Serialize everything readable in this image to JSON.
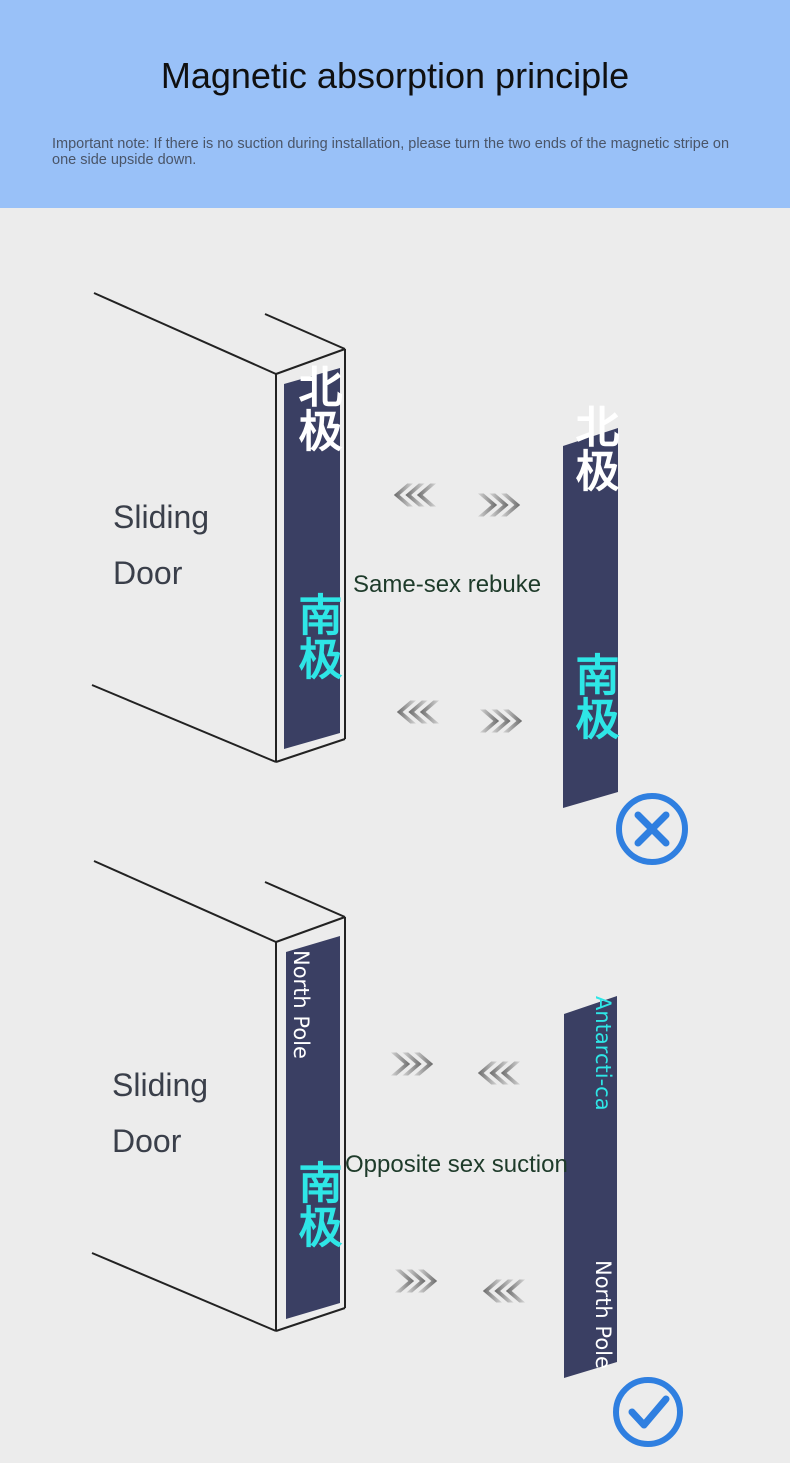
{
  "header": {
    "title": "Magnetic absorption principle",
    "note": "Important note: If there is no suction during installation, please turn the two ends of the magnetic stripe on one side upside down."
  },
  "panel_top": {
    "door_label_line1": "Sliding",
    "door_label_line2": "Door",
    "door_strip_top": "北极",
    "door_strip_bottom": "南极",
    "loose_strip_top": "北极",
    "loose_strip_bottom": "南极",
    "caption": "Same-sex rebuke",
    "result_icon": "cross-circle-icon"
  },
  "panel_bottom": {
    "door_label_line1": "Sliding",
    "door_label_line2": "Door",
    "door_strip_top": "North Pole",
    "door_strip_bottom": "南极",
    "loose_strip_top": "Antarcti-ca",
    "loose_strip_bottom": "North Pole",
    "caption": "Opposite sex suction",
    "result_icon": "check-circle-icon"
  },
  "colors": {
    "header_bg": "#99c1f8",
    "strip": "#3a3f63",
    "north_text": "#ffffff",
    "south_text": "#2ee6e6",
    "icon_blue": "#2f7fe0"
  }
}
